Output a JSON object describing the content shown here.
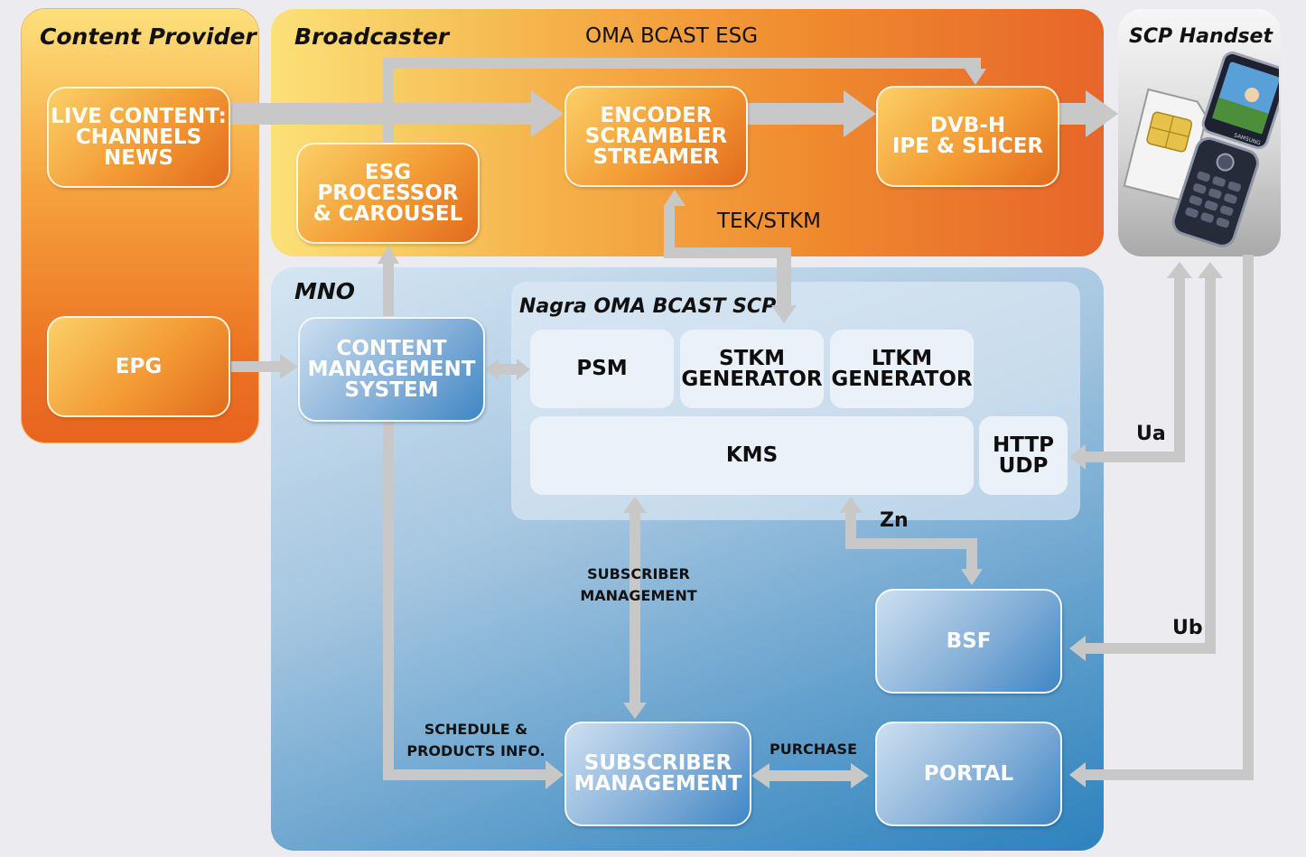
{
  "sections": {
    "content_provider": "Content Provider",
    "broadcaster": "Broadcaster",
    "scp_handset": "SCP Handset",
    "mno": "MNO",
    "nagra_scp": "Nagra OMA BCAST SCP"
  },
  "boxes": {
    "live_content": [
      "LIVE CONTENT:",
      "CHANNELS",
      "NEWS"
    ],
    "epg": "EPG",
    "esg_processor": [
      "ESG",
      "PROCESSOR",
      "& CAROUSEL"
    ],
    "encoder": [
      "ENCODER",
      "SCRAMBLER",
      "STREAMER"
    ],
    "dvbh": [
      "DVB-H",
      "IPE & SLICER"
    ],
    "cms": [
      "CONTENT",
      "MANAGEMENT",
      "SYSTEM"
    ],
    "psm": "PSM",
    "stkm_generator": [
      "STKM",
      "GENERATOR"
    ],
    "ltkm_generator": [
      "LTKM",
      "GENERATOR"
    ],
    "kms": "KMS",
    "http_udp": [
      "HTTP",
      "UDP"
    ],
    "bsf": "BSF",
    "subscriber_management": [
      "SUBSCRIBER",
      "MANAGEMENT"
    ],
    "portal": "PORTAL"
  },
  "labels": {
    "oma_bcast_esg": "OMA BCAST ESG",
    "tek_stkm": "TEK/STKM",
    "ua": "Ua",
    "ub": "Ub",
    "zn": "Zn",
    "subscriber_management": [
      "SUBSCRIBER",
      "MANAGEMENT"
    ],
    "schedule_products": [
      "SCHEDULE &",
      "PRODUCTS INFO."
    ],
    "purchase": "PURCHASE"
  },
  "handset": {
    "sim_card": "SIM card",
    "phone": "mobile phone",
    "brand_text": "SAMSUNG"
  },
  "colors": {
    "broadcaster_orange": "#ef8a2f",
    "mno_blue": "#2d82bd",
    "arrow_gray": "#c8c8c8"
  }
}
